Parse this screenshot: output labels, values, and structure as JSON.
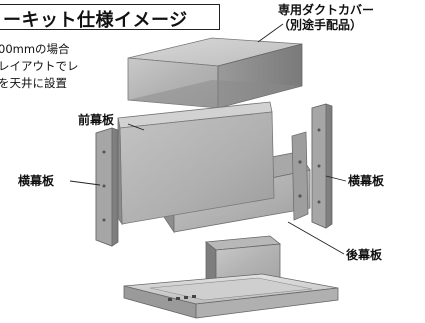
{
  "title": "ーキット仕様イメージ",
  "description": {
    "lines": [
      "00mmの場合",
      "レイアウトでレ",
      "を天井に設置"
    ]
  },
  "labels": {
    "duct_cover_line1": "専用ダクトカバー",
    "duct_cover_line2": "（別途手配品）",
    "front_panel": "前幕板",
    "side_panel_left": "横幕板",
    "side_panel_right": "横幕板",
    "back_panel": "後幕板"
  }
}
